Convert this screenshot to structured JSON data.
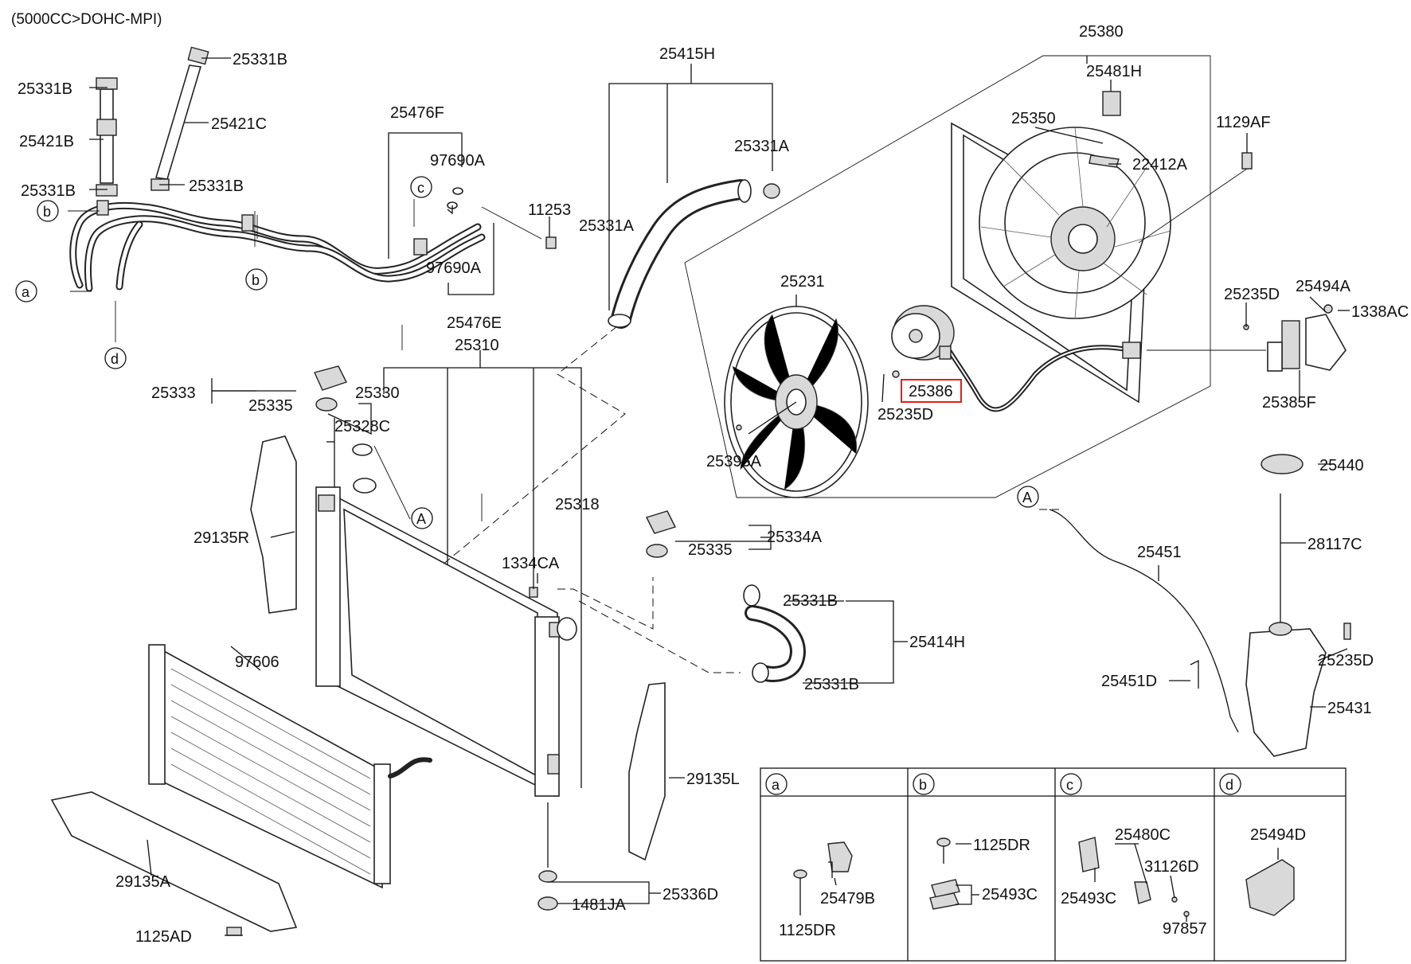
{
  "header": "(5000CC>DOHC-MPI)",
  "selected_part": "25386",
  "colors": {
    "highlight": "#e0201a",
    "line": "#111111"
  },
  "labels": {
    "p25331B_a": "25331B",
    "p25331B_b": "25331B",
    "p25421B": "25421B",
    "p25421C": "25421C",
    "p25331B_c": "25331B",
    "p25331B_d": "25331B",
    "p25476F": "25476F",
    "p97690A_a": "97690A",
    "p97690A_b": "97690A",
    "p11253": "11253",
    "p25476E": "25476E",
    "p25415H": "25415H",
    "p25331A_a": "25331A",
    "p25331A_b": "25331A",
    "p25380": "25380",
    "p25481H": "25481H",
    "p25350": "25350",
    "p1129AF": "1129AF",
    "p22412A": "22412A",
    "p25231": "25231",
    "p25386": "25386",
    "p25235D_a": "25235D",
    "p25395A": "25395A",
    "p25235D_b": "25235D",
    "p25494A": "25494A",
    "p1338AC": "1338AC",
    "p25385F": "25385F",
    "p25310": "25310",
    "p25333": "25333",
    "p25330": "25330",
    "p25335_a": "25335",
    "p25328C": "25328C",
    "p29135R": "29135R",
    "p25318": "25318",
    "p25334A": "25334A",
    "p25335_b": "25335",
    "p1334CA": "1334CA",
    "p25331B_e": "25331B",
    "p25414H": "25414H",
    "p25331B_f": "25331B",
    "p25440": "25440",
    "p28117C": "28117C",
    "p25451": "25451",
    "p25451D": "25451D",
    "p25235D_c": "25235D",
    "p25431": "25431",
    "p97606": "97606",
    "p29135L": "29135L",
    "p29135A": "29135A",
    "p1125AD": "1125AD",
    "p25336D": "25336D",
    "p1481JA": "1481JA",
    "p1125DR_a": "1125DR",
    "p25479B": "25479B",
    "p1125DR_b": "1125DR",
    "p25493C_a": "25493C",
    "p25480C": "25480C",
    "p31126D": "31126D",
    "p25493C_b": "25493C",
    "p97857": "97857",
    "p25494D": "25494D"
  },
  "callouts": {
    "a": "a",
    "b": "b",
    "c": "c",
    "d": "d",
    "A": "A"
  },
  "legend_panels": [
    "a",
    "b",
    "c",
    "d"
  ]
}
